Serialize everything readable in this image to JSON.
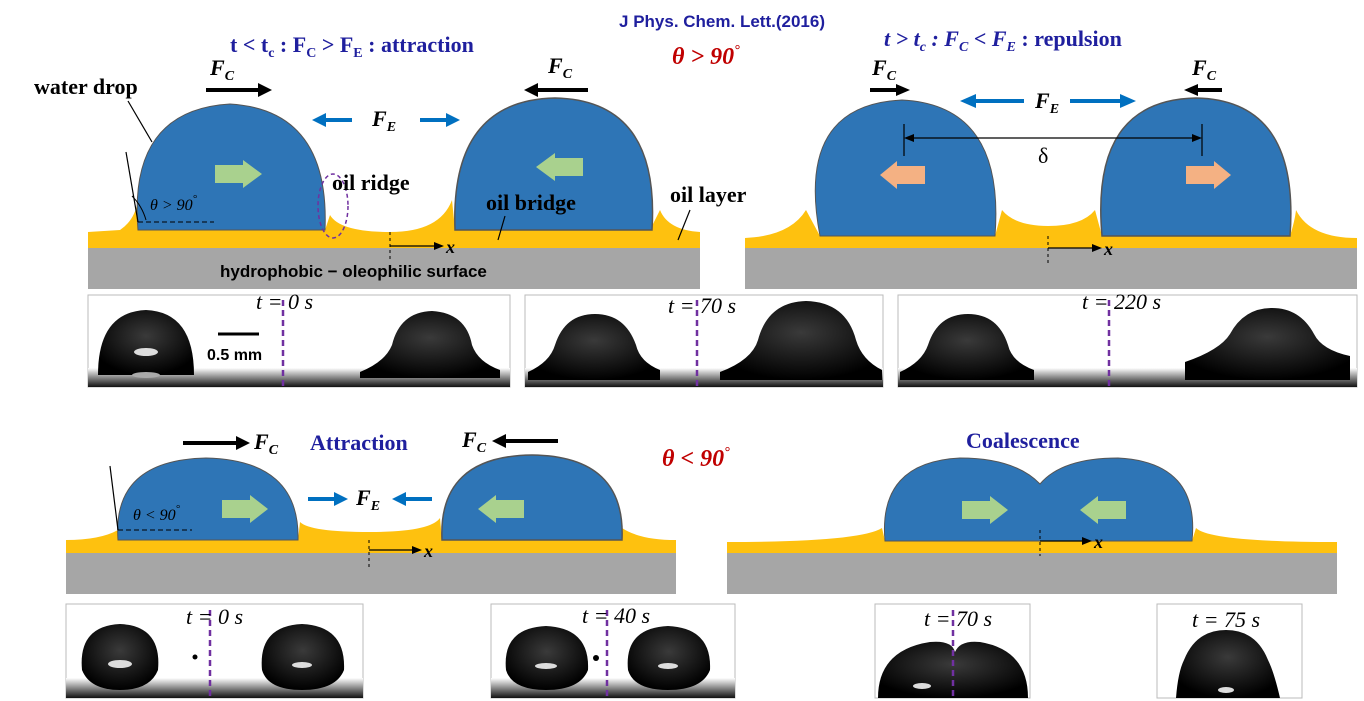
{
  "citation": "J Phys. Chem. Lett.(2016)",
  "colors": {
    "drop": "#2e75b6",
    "oil": "#fec10f",
    "surface": "#a6a6a6",
    "navy": "#1f1f9e",
    "darkred": "#c00000",
    "force_blue": "#0070c0",
    "green_arrow": "#a9d18e",
    "salmon_arrow": "#f4b183",
    "guide": "#7030a0"
  },
  "top_left": {
    "title_a": "t < t",
    "title_sub": "c",
    "title_b": " : F",
    "title_c": " > F",
    "title_sub2": "E",
    "title_d": " : attraction",
    "water_drop": "water drop",
    "oil_ridge": "oil ridge",
    "oil_bridge": "oil bridge",
    "oil_layer": "oil layer",
    "angle": "θ > 90",
    "surface": "hydrophobic − oleophilic surface"
  },
  "condition_top": "θ > 90",
  "condition_bottom": "θ < 90",
  "degree": "°",
  "top_right": {
    "title_a": "t > t",
    "title_b": " : F",
    "title_c": " < F",
    "title_d": " : repulsion",
    "delta": "δ"
  },
  "bottom_left": {
    "attraction": "Attraction",
    "angle": "θ < 90"
  },
  "bottom_right": {
    "coalescence": "Coalescence"
  },
  "labels": {
    "F": "F",
    "C": "C",
    "E": "E",
    "x": "x",
    "scale_bar": "0.5 mm"
  },
  "photos_top": [
    {
      "time": "t = 0 s"
    },
    {
      "time": "t = 70 s"
    },
    {
      "time": "t = 220 s"
    }
  ],
  "photos_bottom": [
    {
      "time": "t = 0 s"
    },
    {
      "time": "t = 40 s"
    },
    {
      "time": "t = 70 s"
    },
    {
      "time": "t = 75 s"
    }
  ]
}
